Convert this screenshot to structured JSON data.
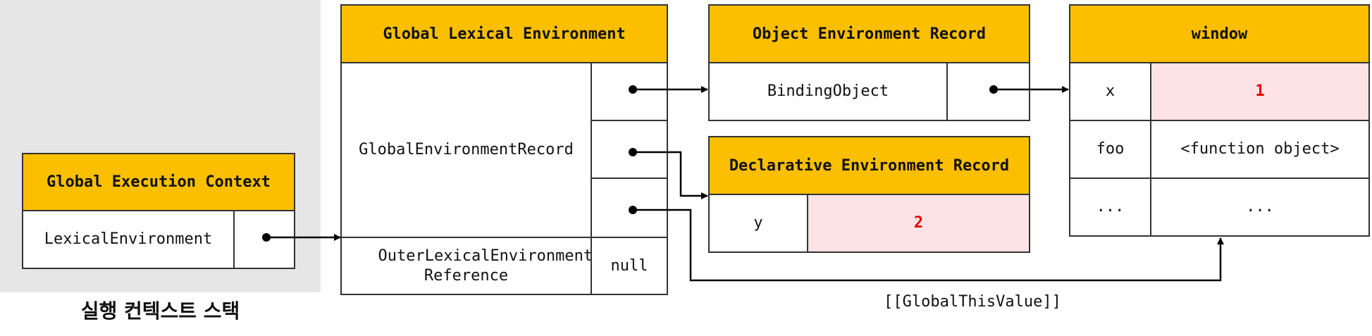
{
  "stack": {
    "label": "실행 컨텍스트 스택"
  },
  "gec": {
    "title": "Global Execution Context",
    "row_label": "LexicalEnvironment"
  },
  "gle": {
    "title": "Global Lexical Environment",
    "record_label": "GlobalEnvironmentRecord",
    "outer_label": "OuterLexicalEnvironment Reference",
    "outer_value": "null"
  },
  "oer": {
    "title": "Object Environment Record",
    "row_label": "BindingObject"
  },
  "der": {
    "title": "Declarative Environment Record",
    "rows": [
      {
        "name": "y",
        "value": "2"
      }
    ]
  },
  "window": {
    "title": "window",
    "rows": [
      {
        "name": "x",
        "value": "1"
      },
      {
        "name": "foo",
        "value": "<function object>"
      },
      {
        "name": "...",
        "value": "..."
      }
    ]
  },
  "this_caption": "[[GlobalThisValue]]",
  "colors": {
    "header": "#fbbf00",
    "highlight": "#fde3e6",
    "value_text": "#e60000",
    "stack_bg": "#e6e6e6"
  }
}
